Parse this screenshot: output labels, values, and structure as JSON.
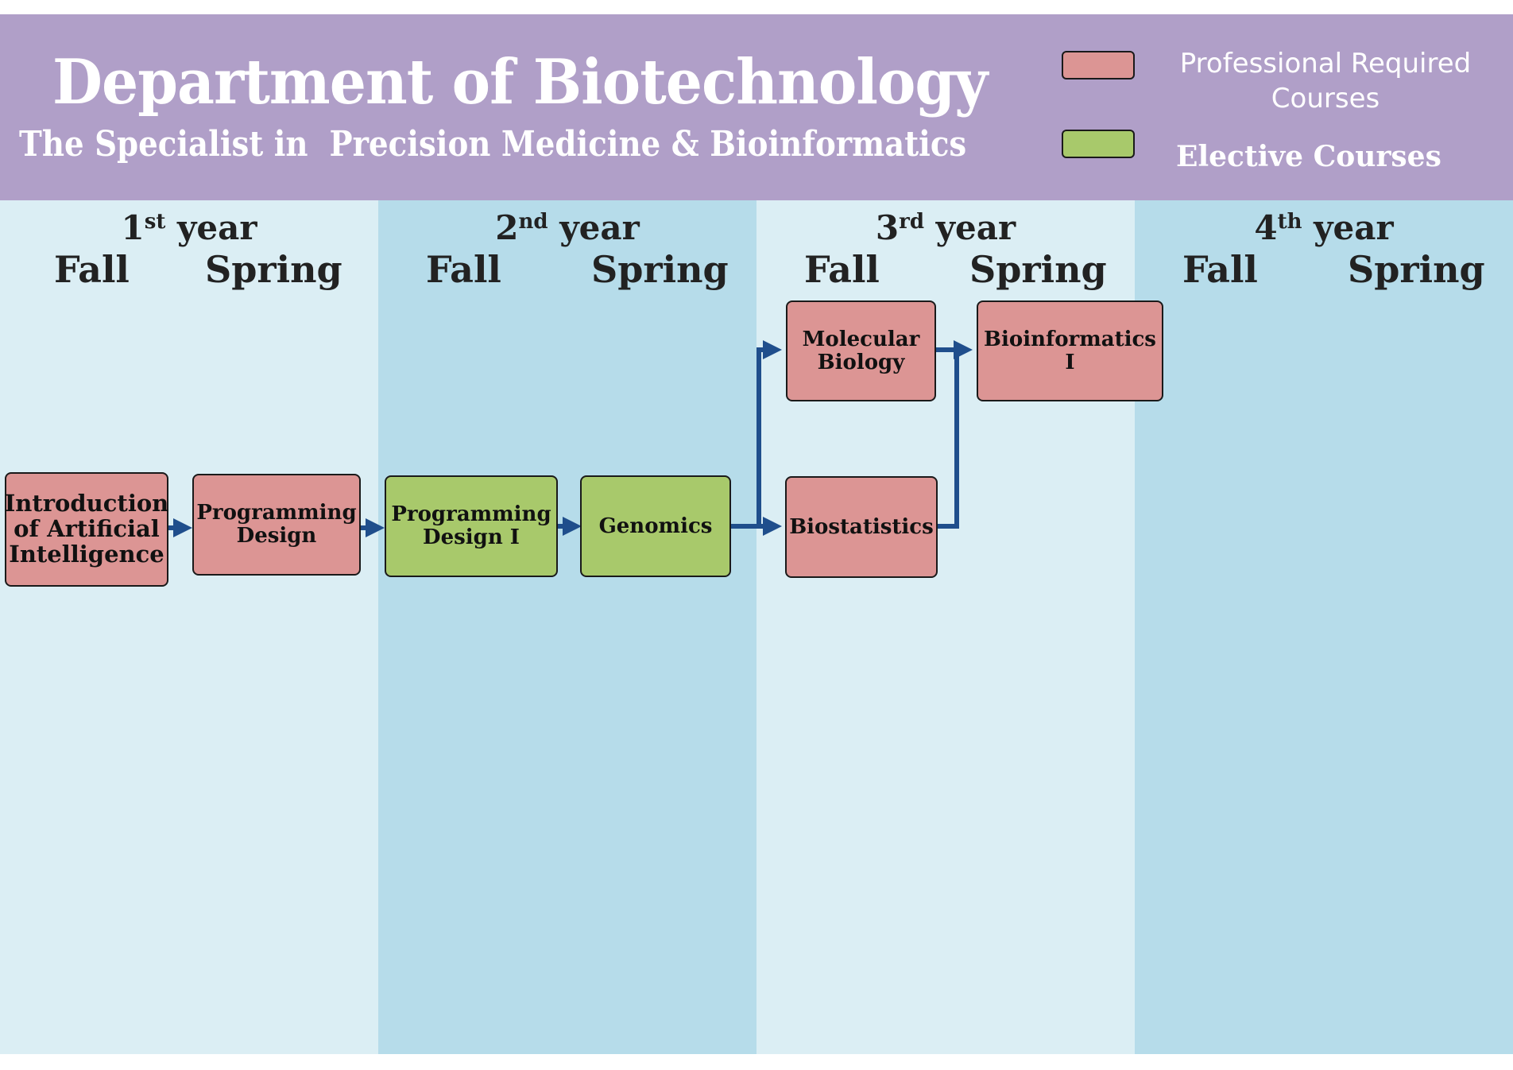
{
  "header": {
    "title": "Department of Biotechnology",
    "subtitle": "The Specialist in  Precision Medicine & Bioinformatics"
  },
  "legend": {
    "required": {
      "label": "Professional Required Courses",
      "line1": "Professional Required",
      "line2": "Courses",
      "color": "#dc9594"
    },
    "elective": {
      "label": "Elective Courses",
      "color": "#a8c96b"
    }
  },
  "colors": {
    "header_bg": "#b09fc8",
    "column_light": "#dbeef4",
    "column_dark": "#b6dcea",
    "arrow": "#1f4e8c"
  },
  "years": [
    {
      "num": "1",
      "suffix": "st",
      "label": "year",
      "fall": "Fall",
      "spring": "Spring"
    },
    {
      "num": "2",
      "suffix": "nd",
      "label": "year",
      "fall": "Fall",
      "spring": "Spring"
    },
    {
      "num": "3",
      "suffix": "rd",
      "label": "year",
      "fall": "Fall",
      "spring": "Spring"
    },
    {
      "num": "4",
      "suffix": "th",
      "label": "year",
      "fall": "Fall",
      "spring": "Spring"
    }
  ],
  "courses": [
    {
      "id": "intro-ai",
      "line1": "Introduction",
      "line2": "of Artificial",
      "line3": "Intelligence",
      "type": "required",
      "term": "Year 1 Fall"
    },
    {
      "id": "prog-design",
      "line1": "Programming",
      "line2": "Design",
      "type": "required",
      "term": "Year 1 Spring"
    },
    {
      "id": "prog-design-1",
      "line1": "Programming",
      "line2": "Design I",
      "type": "elective",
      "term": "Year 2 Fall"
    },
    {
      "id": "genomics",
      "line1": "Genomics",
      "type": "elective",
      "term": "Year 2 Spring"
    },
    {
      "id": "mol-bio",
      "line1": "Molecular",
      "line2": "Biology",
      "type": "required",
      "term": "Year 3 Fall"
    },
    {
      "id": "biostat",
      "line1": "Biostatistics",
      "type": "required",
      "term": "Year 3 Fall"
    },
    {
      "id": "bioinfo-1",
      "line1": "Bioinformatics",
      "line2": "I",
      "type": "required",
      "term": "Year 3 Spring"
    }
  ],
  "edges": [
    [
      "Introduction of Artificial Intelligence",
      "Programming Design"
    ],
    [
      "Programming Design",
      "Programming Design I"
    ],
    [
      "Programming Design I",
      "Genomics"
    ],
    [
      "Genomics",
      "Molecular Biology"
    ],
    [
      "Genomics",
      "Biostatistics"
    ],
    [
      "Molecular Biology",
      "Bioinformatics I"
    ],
    [
      "Biostatistics",
      "Bioinformatics I"
    ]
  ]
}
